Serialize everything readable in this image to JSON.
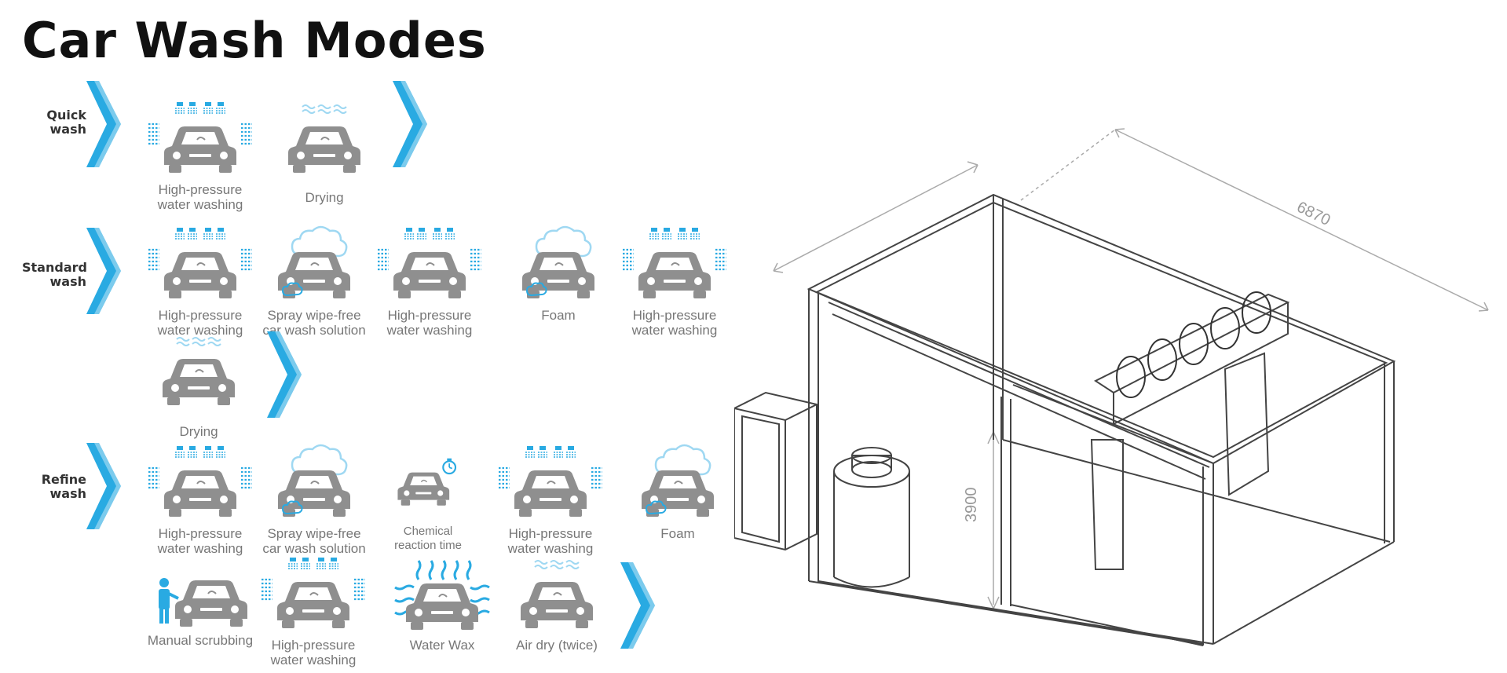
{
  "title": "Car Wash Modes",
  "colors": {
    "accent": "#29aae2",
    "accent_light": "#9fd8f2",
    "car": "#8f8f8f",
    "text": "#777777"
  },
  "modes": [
    {
      "label": "Quick\nwash",
      "steps": [
        {
          "caption": "High-pressure\nwater washing",
          "icon": "high-pressure-icon"
        },
        {
          "caption": "Drying",
          "icon": "drying-icon"
        }
      ]
    },
    {
      "label": "Standard\nwash",
      "steps": [
        {
          "caption": "High-pressure\nwater washing",
          "icon": "high-pressure-icon"
        },
        {
          "caption": "Spray wipe-free\ncar wash solution",
          "icon": "spray-solution-icon"
        },
        {
          "caption": "High-pressure\nwater washing",
          "icon": "high-pressure-icon"
        },
        {
          "caption": "Foam",
          "icon": "foam-icon"
        },
        {
          "caption": "High-pressure\nwater washing",
          "icon": "high-pressure-icon"
        },
        {
          "caption": "Drying",
          "icon": "drying-icon"
        }
      ]
    },
    {
      "label": "Refine\nwash",
      "steps": [
        {
          "caption": "High-pressure\nwater washing",
          "icon": "high-pressure-icon"
        },
        {
          "caption": "Spray wipe-free\ncar wash solution",
          "icon": "spray-solution-icon"
        },
        {
          "caption": "Chemical\nreaction time",
          "icon": "timer-icon"
        },
        {
          "caption": "High-pressure\nwater washing",
          "icon": "high-pressure-icon"
        },
        {
          "caption": "Foam",
          "icon": "foam-icon"
        },
        {
          "caption": "Manual scrubbing",
          "icon": "manual-scrub-icon"
        },
        {
          "caption": "High-pressure\nwater washing",
          "icon": "high-pressure-icon"
        },
        {
          "caption": "Water Wax",
          "icon": "water-wax-icon"
        },
        {
          "caption": "Air dry (twice)",
          "icon": "air-dry-icon"
        }
      ]
    }
  ],
  "dimensions": {
    "length": "6870",
    "height": "3900"
  }
}
